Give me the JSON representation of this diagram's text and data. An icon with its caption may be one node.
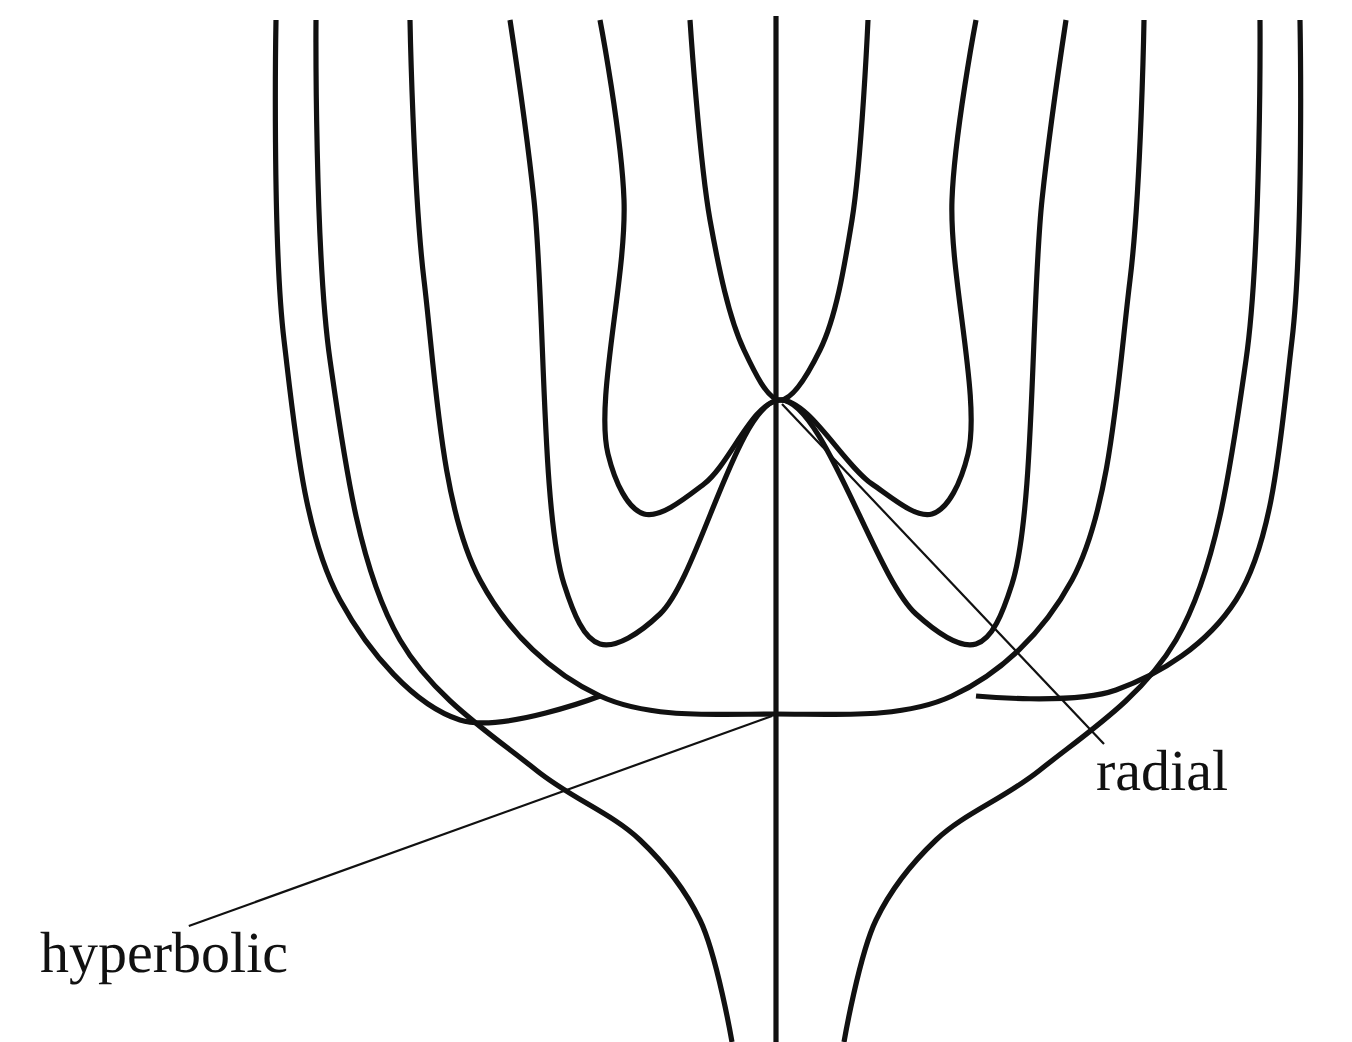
{
  "diagram": {
    "nodes": [
      {
        "text": [
          "radial"
        ]
      },
      {
        "text": [
          "hyperbolic"
        ]
      }
    ],
    "edges": [
      {
        "from": 0,
        "to": null,
        "arrow": "none"
      },
      {
        "from": 1,
        "to": null,
        "arrow": "none"
      }
    ]
  }
}
